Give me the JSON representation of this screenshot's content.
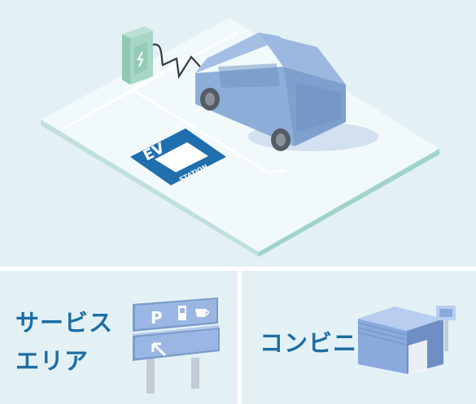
{
  "ev_station": {
    "mark_letters": "EV",
    "mark_sub": "STATION"
  },
  "service_area": {
    "label_line1": "サービス",
    "label_line2": "エリア",
    "sign_letter": "P"
  },
  "konbini": {
    "label": "コンビニ"
  },
  "colors": {
    "background": "#e3f1f5",
    "label_blue": "#1c6ea4",
    "car_blue": "#8fb1dc",
    "sign_blue": "#9ab6e3",
    "mark_blue": "#1f6fae"
  }
}
